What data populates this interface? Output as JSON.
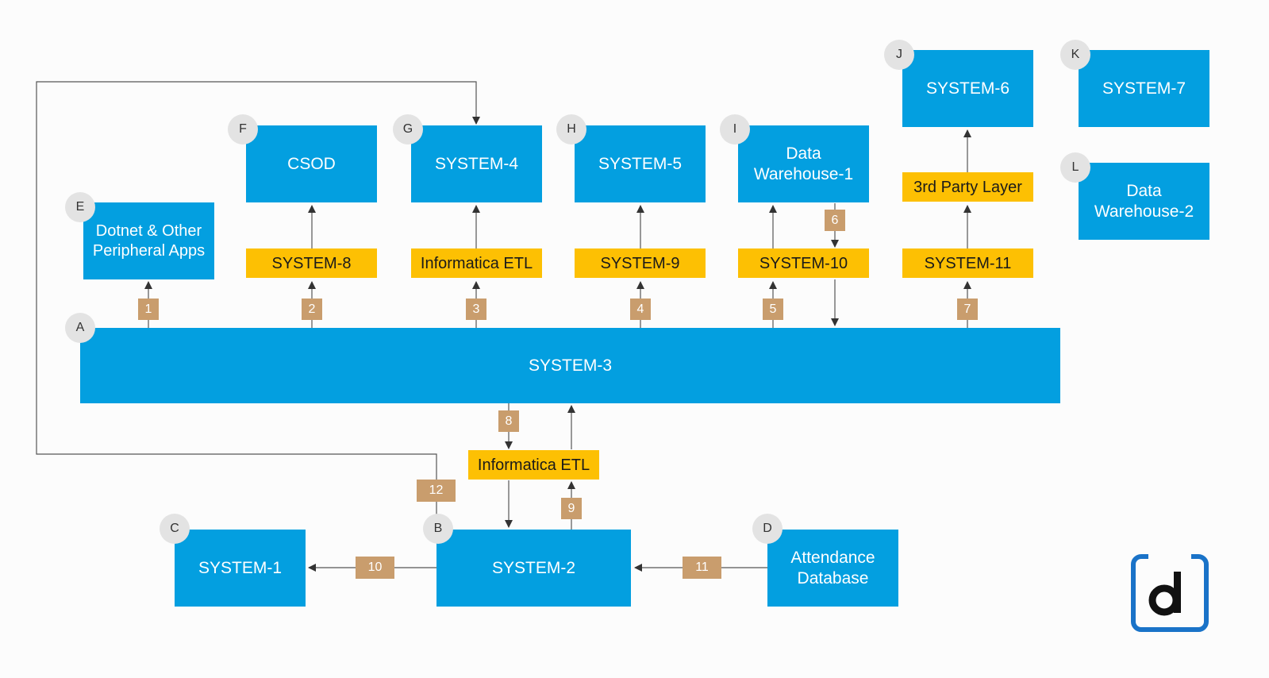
{
  "colors": {
    "box": "#039fe0",
    "middleware": "#fdc003",
    "flow_tag": "#c99d6d",
    "marker": "#e3e3e3",
    "line": "#555555",
    "logo_blue": "#1a73c8"
  },
  "systems": {
    "system3": "SYSTEM-3",
    "dotnet": "Dotnet & Other Peripheral Apps",
    "csod": "CSOD",
    "system4": "SYSTEM-4",
    "system5": "SYSTEM-5",
    "dw1": "Data Warehouse-1",
    "system6": "SYSTEM-6",
    "system7": "SYSTEM-7",
    "dw2": "Data Warehouse-2",
    "system1": "SYSTEM-1",
    "system2": "SYSTEM-2",
    "attendance": "Attendance Database"
  },
  "middleware": {
    "system8": "SYSTEM-8",
    "informatica_top": "Informatica ETL",
    "system9": "SYSTEM-9",
    "system10": "SYSTEM-10",
    "system11": "SYSTEM-11",
    "third_party": "3rd Party Layer",
    "informatica_bottom": "Informatica ETL"
  },
  "flows": {
    "f1": "1",
    "f2": "2",
    "f3": "3",
    "f4": "4",
    "f5": "5",
    "f6": "6",
    "f7": "7",
    "f8": "8",
    "f9": "9",
    "f10": "10",
    "f11": "11",
    "f12": "12"
  },
  "markers": {
    "a": "A",
    "b": "B",
    "c": "C",
    "d": "D",
    "e": "E",
    "f": "F",
    "g": "G",
    "h": "H",
    "i": "I",
    "j": "J",
    "k": "K",
    "l": "L"
  },
  "logo": {
    "icon": "d-logo-icon"
  }
}
